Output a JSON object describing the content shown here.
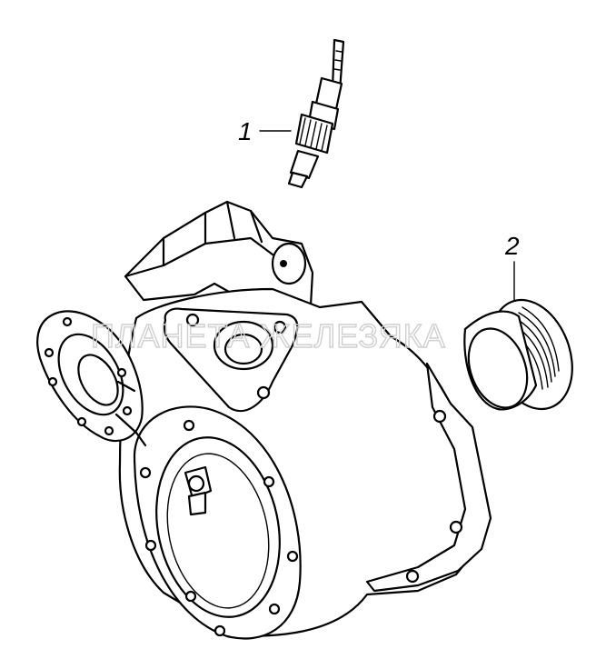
{
  "callouts": [
    {
      "id": "callout-1",
      "label": "1"
    },
    {
      "id": "callout-2",
      "label": "2"
    }
  ],
  "watermark": "ПЛАНЕТА ЖЕЛЕЗЯКА"
}
